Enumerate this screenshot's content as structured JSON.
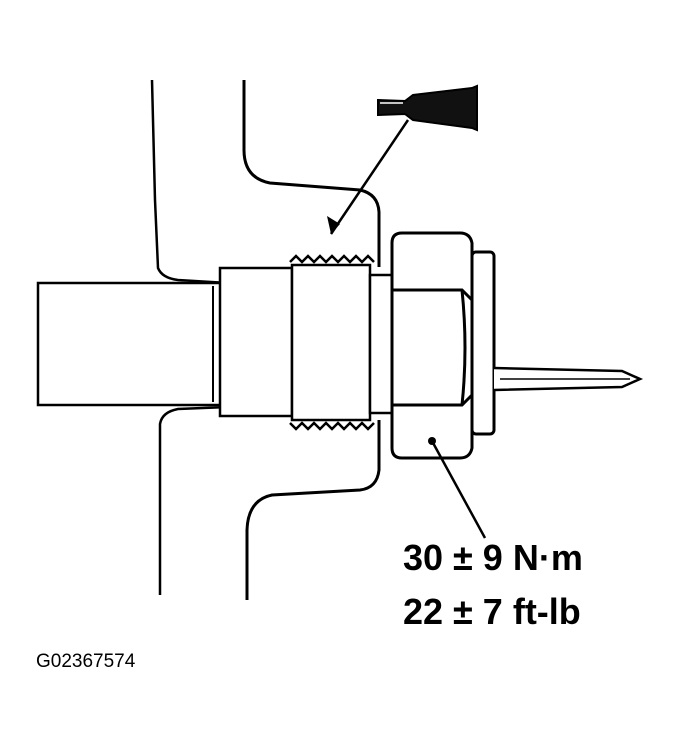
{
  "specification": {
    "torque_metric": "30 ± 9 N·m",
    "torque_imperial": "22 ± 7 ft-lb"
  },
  "figure_id": "G02367574",
  "icons": {
    "sealant": "sealant-tube-icon"
  },
  "colors": {
    "ink": "#000000",
    "background": "#ffffff"
  }
}
